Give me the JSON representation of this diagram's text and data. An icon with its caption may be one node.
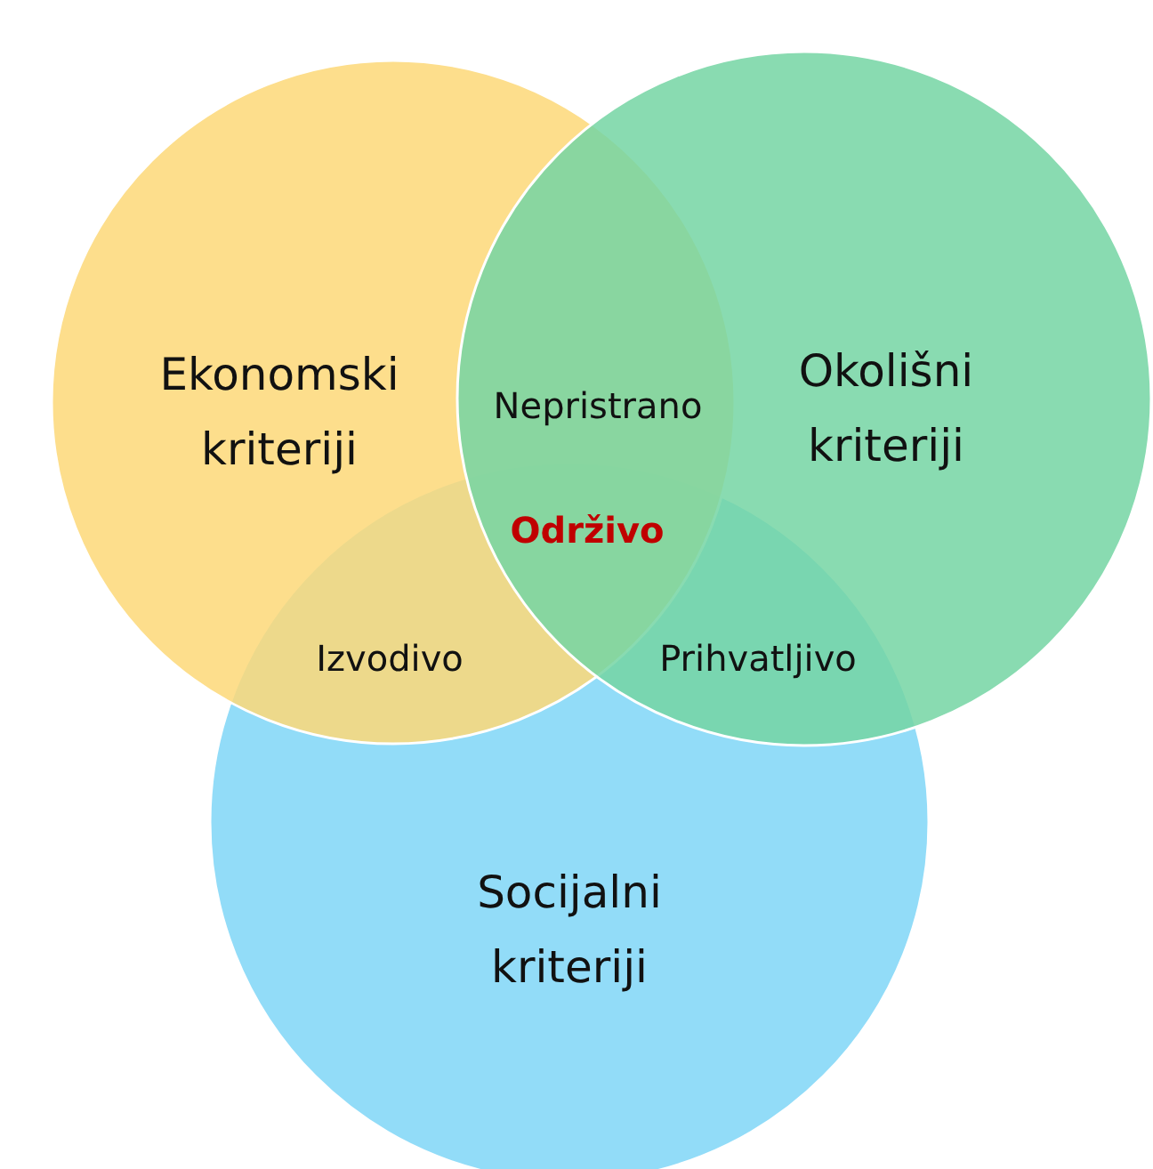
{
  "diagram": {
    "nodes": [
      {
        "text": [
          "Socijalni kriteriji"
        ]
      },
      {
        "text": [
          "Ekonomski kriteriji"
        ]
      },
      {
        "text": [
          "Okolišni kriteriji"
        ]
      }
    ],
    "labels": [
      "Nepristrano",
      "Održivo",
      "Izvodivo",
      "Prihvatljivo"
    ]
  }
}
